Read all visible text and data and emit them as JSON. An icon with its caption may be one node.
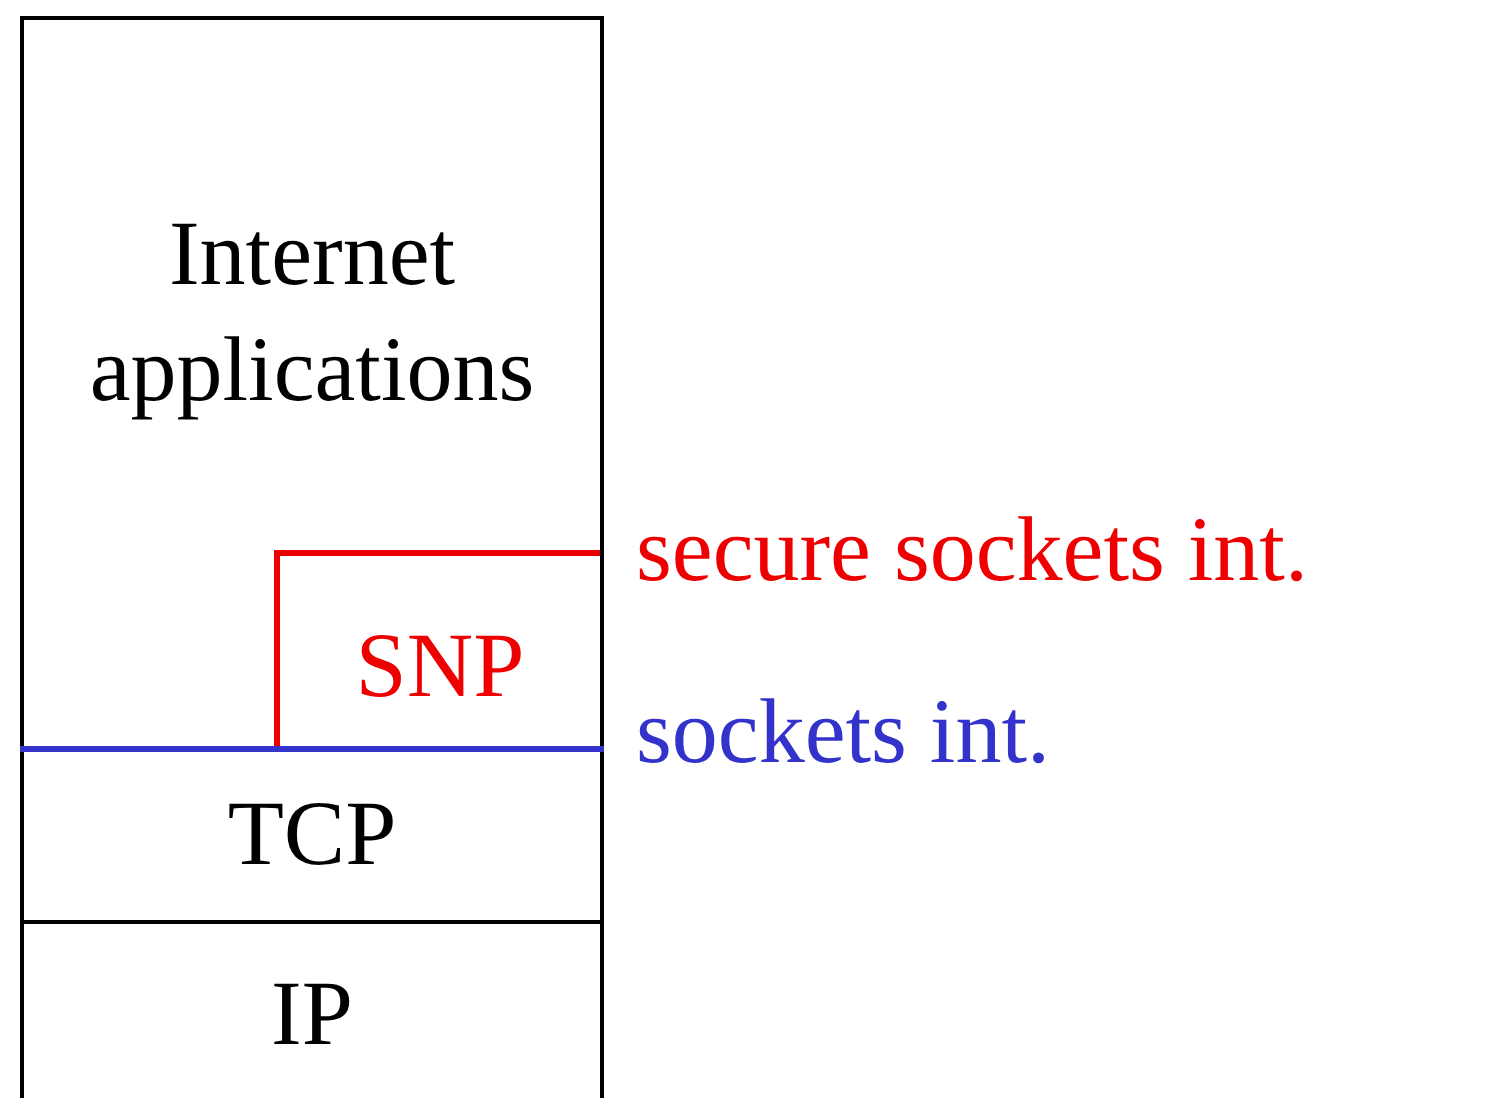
{
  "diagram": {
    "nodes": [
      {
        "text": [
          "Internet applications"
        ]
      },
      {
        "text": [
          "SNP"
        ],
        "in": 0
      },
      {
        "text": [
          "TCP"
        ]
      },
      {
        "text": [
          "IP"
        ]
      }
    ],
    "labels": [
      "secure sockets int.",
      "sockets int."
    ]
  }
}
